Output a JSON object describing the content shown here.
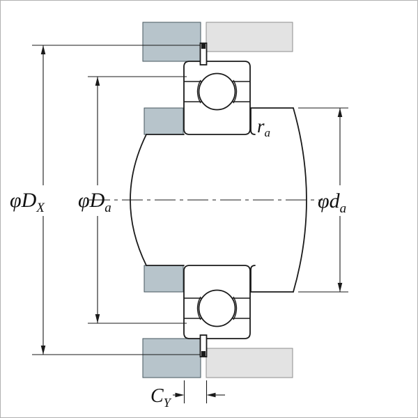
{
  "diagram": {
    "dimension_labels": {
      "DX": {
        "prefix": "φ",
        "letter": "D",
        "subscript": "X"
      },
      "Da": {
        "prefix": "φ",
        "letter": "D",
        "subscript": "a"
      },
      "da": {
        "prefix": "φ",
        "letter": "d",
        "subscript": "a"
      },
      "ra": {
        "letter": "r",
        "subscript": "a"
      },
      "CY": {
        "letter": "C",
        "subscript": "Y"
      }
    },
    "colors": {
      "housing_fill": "#b7c4cb",
      "cover_fill": "#e3e3e3",
      "line": "#1a1a1a",
      "frame": "#b0b0b0",
      "background": "#ffffff"
    }
  }
}
